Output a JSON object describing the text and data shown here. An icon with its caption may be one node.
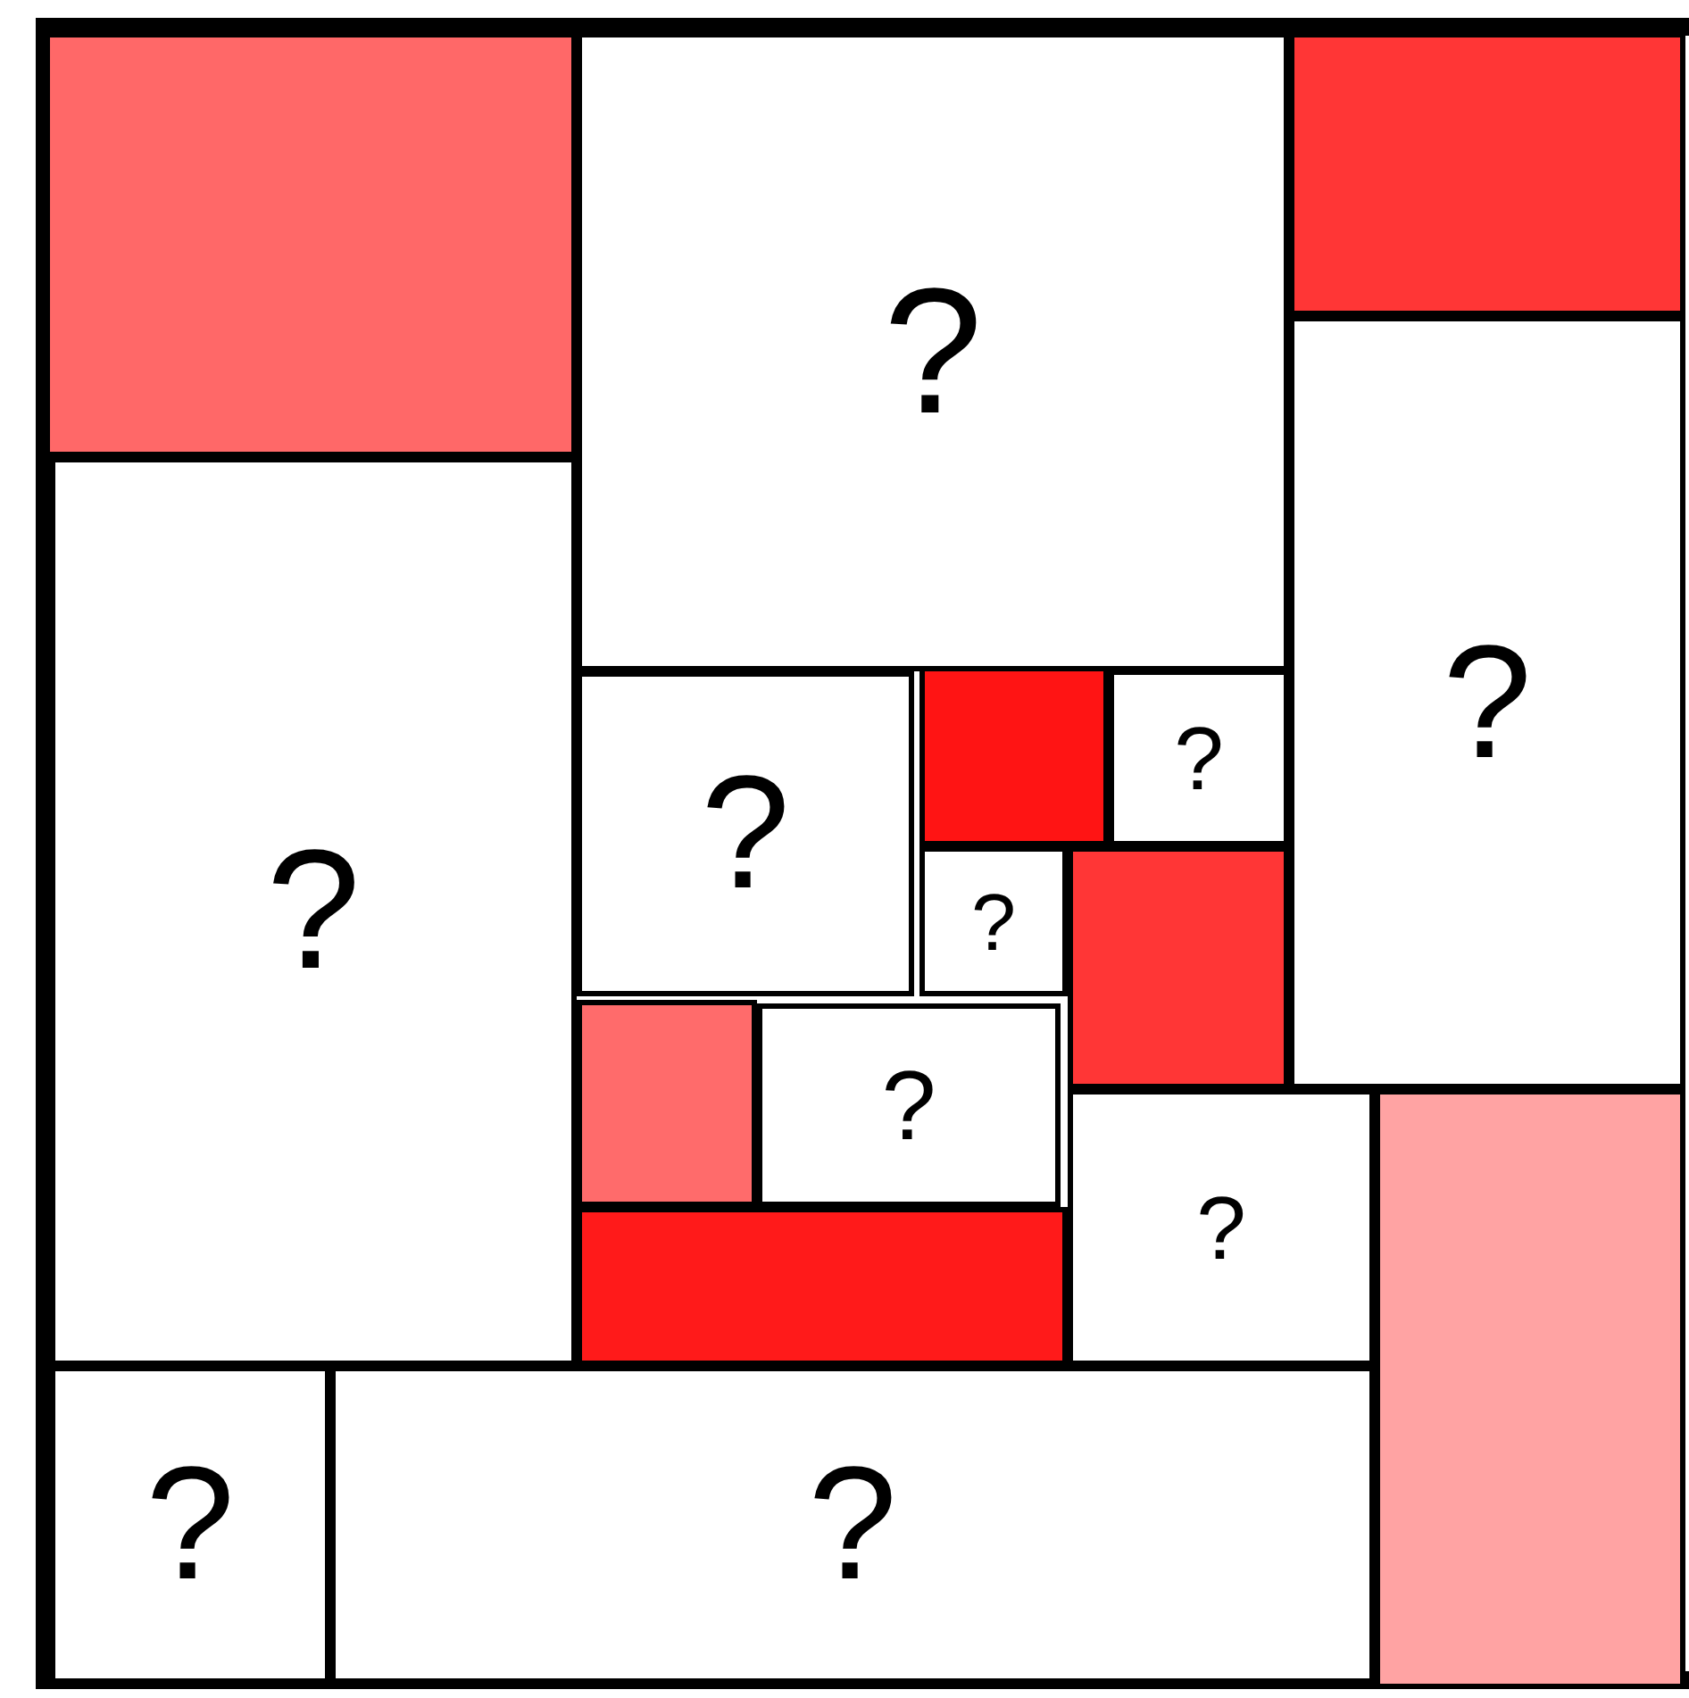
{
  "diagram": {
    "nodes": [
      {
        "text": [],
        "shape": "box"
      },
      {
        "text": [
          "?"
        ]
      },
      {
        "text": [],
        "shape": "box"
      },
      {
        "text": [
          "?"
        ]
      },
      {
        "text": [
          "?"
        ]
      },
      {
        "text": [],
        "shape": "box"
      },
      {
        "text": [
          "?"
        ]
      },
      {
        "text": [
          "?"
        ]
      },
      {
        "text": [
          "?"
        ]
      },
      {
        "text": [],
        "shape": "box"
      },
      {
        "text": [],
        "shape": "box"
      },
      {
        "text": [
          "?"
        ]
      },
      {
        "text": [
          "?"
        ]
      },
      {
        "text": [],
        "shape": "box"
      },
      {
        "text": [],
        "shape": "box"
      },
      {
        "text": [
          "?"
        ]
      },
      {
        "text": [
          "?"
        ]
      }
    ]
  }
}
